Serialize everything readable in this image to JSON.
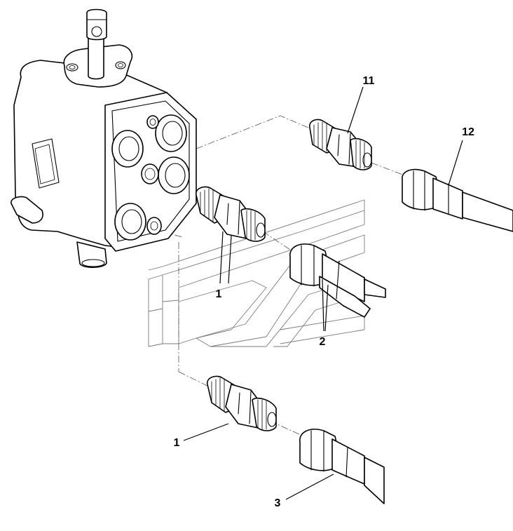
{
  "callouts": {
    "c11": "11",
    "c12": "12",
    "c1_upper": "1",
    "c2": "2",
    "c1_lower": "1",
    "c3": "3"
  }
}
